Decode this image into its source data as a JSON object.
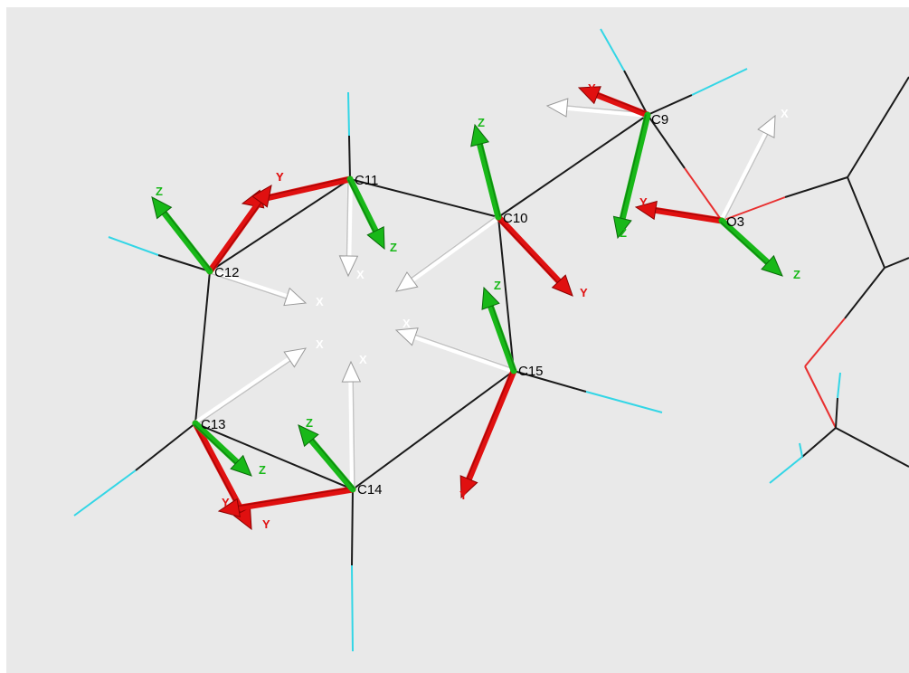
{
  "colors": {
    "background": "#e9e9e9",
    "bond": "#1a1a1a",
    "hydrogen_bond": "#33d6e6",
    "oxygen_bond": "#e83030",
    "axis_x": "#ffffff",
    "axis_y": "#e01010",
    "axis_z": "#18b818"
  },
  "atoms": {
    "c9": {
      "label": "C9"
    },
    "c10": {
      "label": "C10"
    },
    "c11": {
      "label": "C11"
    },
    "c12": {
      "label": "C12"
    },
    "c13": {
      "label": "C13"
    },
    "c14": {
      "label": "C14"
    },
    "c15": {
      "label": "C15"
    },
    "o3": {
      "label": "O3"
    }
  },
  "axis_labels": {
    "x": "X",
    "y": "Y",
    "z": "Z"
  }
}
